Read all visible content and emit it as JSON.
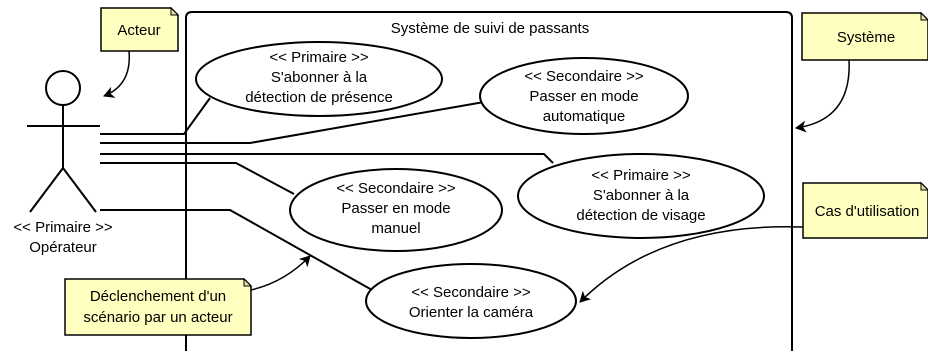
{
  "system": {
    "title": "Système de suivi de passants"
  },
  "actor": {
    "stereotype": "<< Primaire >>",
    "name": "Opérateur"
  },
  "use_cases": [
    {
      "stereotype": "<< Primaire >>",
      "lines": [
        "S'abonner à la",
        "détection de présence"
      ]
    },
    {
      "stereotype": "<< Secondaire >>",
      "lines": [
        "Passer en mode",
        "automatique"
      ]
    },
    {
      "stereotype": "<< Primaire >>",
      "lines": [
        "S'abonner à la",
        "détection de visage"
      ]
    },
    {
      "stereotype": "<< Secondaire >>",
      "lines": [
        "Passer en mode",
        "manuel"
      ]
    },
    {
      "stereotype": "<< Secondaire >>",
      "lines": [
        "Orienter la caméra"
      ]
    }
  ],
  "notes": {
    "acteur": "Acteur",
    "systeme": "Système",
    "cas": "Cas d'utilisation",
    "declenchement": [
      "Déclenchement d'un",
      "scénario par un acteur"
    ]
  }
}
